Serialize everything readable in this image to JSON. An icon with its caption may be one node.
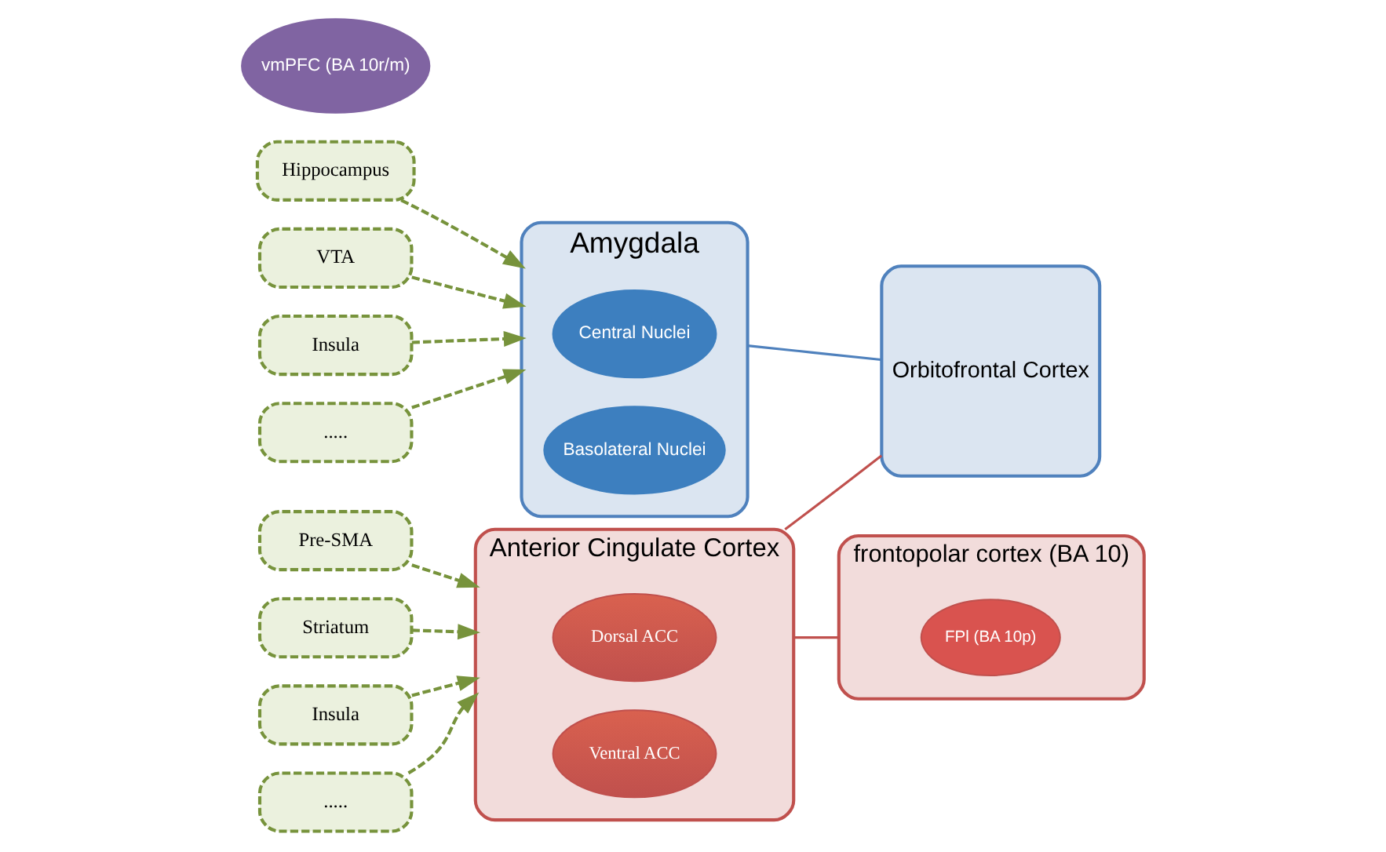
{
  "diagram": {
    "nodes": [
      {
        "text": [
          "Pre-SMA"
        ]
      },
      {
        "text": [
          "Striatum"
        ]
      },
      {
        "text": [
          "Insula"
        ]
      },
      {
        "text": [
          "....."
        ]
      },
      {
        "text": [
          "Anterior Cingulate Cortex"
        ]
      },
      {
        "text": [
          "Dorsal ACC"
        ],
        "in": 4
      },
      {
        "text": [
          "Ventral ACC"
        ],
        "in": 4
      },
      {
        "text": [
          "Orbitofrontal Cortex"
        ]
      },
      {
        "text": [
          "frontopolar cortex (BA 10)"
        ]
      },
      {
        "text": [
          "vmPFC (BA 10r/m)"
        ]
      },
      {
        "text": [
          "FPl (BA 10p)"
        ],
        "in": 8
      },
      {
        "text": [
          "Hippocampus"
        ]
      },
      {
        "text": [
          "VTA"
        ]
      },
      {
        "text": [
          "Insula"
        ]
      },
      {
        "text": [
          "....."
        ]
      },
      {
        "text": [
          "Amygdala"
        ]
      },
      {
        "text": [
          "Central Nuclei"
        ],
        "in": 15
      },
      {
        "text": [
          "Basolateral Nuclei"
        ],
        "in": 15
      }
    ],
    "edges": [
      {
        "from": 0,
        "to": 4,
        "arrow": "to",
        "style": "dashed"
      },
      {
        "from": 1,
        "to": 4,
        "arrow": "to",
        "style": "dashed"
      },
      {
        "from": 2,
        "to": 4,
        "arrow": "to",
        "style": "dashed"
      },
      {
        "from": 3,
        "to": 4,
        "arrow": "to",
        "style": "dashed"
      },
      {
        "from": 4,
        "to": 7,
        "arrow": "none",
        "color": "#c0504d"
      },
      {
        "from": 4,
        "to": 8,
        "arrow": "none",
        "color": "#c0504d"
      },
      {
        "from": 11,
        "to": 15,
        "arrow": "to",
        "style": "dashed"
      },
      {
        "from": 12,
        "to": 15,
        "arrow": "to",
        "style": "dashed"
      },
      {
        "from": 13,
        "to": 15,
        "arrow": "to",
        "style": "dashed"
      },
      {
        "from": 14,
        "to": 15,
        "arrow": "to",
        "style": "dashed"
      },
      {
        "from": 15,
        "to": 7,
        "arrow": "none",
        "color": "#4f81bd"
      }
    ]
  }
}
